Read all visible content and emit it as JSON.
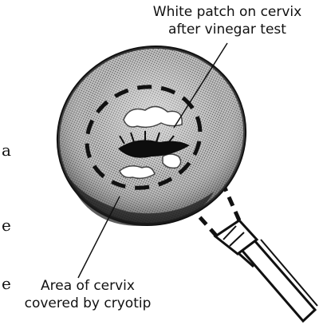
{
  "labels": {
    "top_line1": "White patch on cervix",
    "top_line2": "after vinegar test",
    "bottom_line1": "Area of cervix",
    "bottom_line2": "covered by cryotip"
  },
  "margin_text": {
    "letter1": "a",
    "letter2": "e",
    "letter3": "e"
  },
  "colors": {
    "ink": "#111111",
    "cervix_fill": "#8a8a8a",
    "white_patch": "#ffffff"
  }
}
